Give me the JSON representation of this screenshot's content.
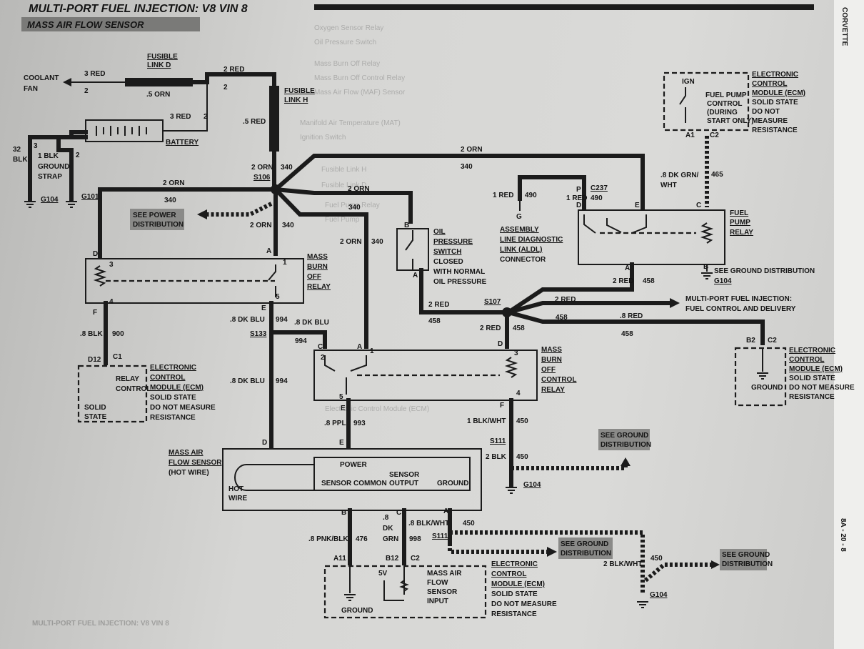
{
  "header": {
    "title": "MULTI-PORT FUEL INJECTION: V8 VIN 8",
    "subtitle": "MASS AIR FLOW SENSOR",
    "side_tab": "CORVETTE",
    "page_ref": "8A - 20 - 8"
  },
  "footer": {
    "mirror_title": "MULTI-PORT FUEL INJECTION: V8 VIN 8"
  },
  "labels": {
    "fusible_d": [
      "FUSIBLE",
      "LINK D"
    ],
    "fusible_h": [
      "FUSIBLE",
      "LINK H"
    ],
    "coolant_fan": [
      "COOLANT",
      "FAN"
    ],
    "battery": "BATTERY",
    "ground_strap": [
      "3",
      "1  BLK",
      "GROUND",
      "STRAP"
    ],
    "g104": "G104",
    "g101": "G101",
    "s106": "S106",
    "s107": "S107",
    "s111": "S111",
    "s133": "S133",
    "c237": "C237",
    "see_power": [
      "SEE POWER",
      "DISTRIBUTION"
    ],
    "see_ground": [
      "SEE GROUND",
      "DISTRIBUTION"
    ],
    "see_ground_inline": "SEE GROUND DISTRIBUTION",
    "mbo_relay": [
      "MASS",
      "BURN",
      "OFF",
      "RELAY"
    ],
    "mbo_control_relay": [
      "MASS",
      "BURN",
      "OFF",
      "CONTROL",
      "RELAY"
    ],
    "oil_switch": [
      "OIL",
      "PRESSURE",
      "SWITCH",
      "CLOSED",
      "WITH NORMAL",
      "OIL PRESSURE"
    ],
    "aldl": [
      "ASSEMBLY",
      "LINE DIAGNOSTIC",
      "LINK (ALDL)",
      "CONNECTOR"
    ],
    "fuel_pump_relay": [
      "FUEL",
      "PUMP",
      "RELAY"
    ],
    "ecm_block": [
      "ELECTRONIC",
      "CONTROL",
      "MODULE (ECM)",
      "SOLID STATE",
      "DO NOT",
      "MEASURE",
      "RESISTANCE"
    ],
    "ecm_block2": [
      "ELECTRONIC",
      "CONTROL",
      "MODULE (ECM)",
      "SOLID STATE",
      "DO NOT MEASURE",
      "RESISTANCE"
    ],
    "fuel_pump_ctrl": [
      "FUEL PUMP",
      "CONTROL",
      "(DURING",
      "START ONLY)"
    ],
    "ign": "IGN",
    "relay_control": [
      "RELAY",
      "CONTROL"
    ],
    "solid_state": [
      "SOLID",
      "STATE"
    ],
    "ground": "GROUND",
    "mpfi_delivery": [
      "MULTI-PORT FUEL INJECTION:",
      "FUEL CONTROL AND DELIVERY"
    ],
    "maf_sensor": [
      "MASS AIR",
      "FLOW SENSOR",
      "(HOT WIRE)"
    ],
    "hot_wire": [
      "HOT",
      "WIRE"
    ],
    "maf_pins": {
      "power": "POWER",
      "sensor_common": "SENSOR COMMON",
      "sensor_output": [
        "SENSOR",
        "OUTPUT"
      ],
      "ground": "GROUND"
    },
    "maf_input": [
      "MASS AIR",
      "FLOW",
      "SENSOR",
      "INPUT"
    ],
    "five_v": "5V"
  },
  "wires": {
    "3red": "3 RED",
    "2red": "2 RED",
    "5orn": ".5 ORN",
    "5red": ".5 RED",
    "n2": "2",
    "n32blk": [
      "32",
      "BLK"
    ],
    "2orn": "2 ORN",
    "n340": "340",
    "1red": "1 RED",
    "n490": "490",
    "n465": "465",
    "8dkgrn": [
      ".8 DK GRN/",
      "WHT"
    ],
    "n458": "458",
    "8red": ".8 RED",
    "8blk": ".8 BLK",
    "n900": "900",
    "8dkblu": ".8 DK BLU",
    "n994": "994",
    "8ppl": ".8 PPL",
    "n993": "993",
    "1blkwht": "1 BLK/WHT",
    "n450": "450",
    "2blk": "2 BLK",
    "8pnkblk": ".8 PNK/BLK",
    "n476": "476",
    "8dkgrn2": [
      ".8",
      "DK",
      "GRN"
    ],
    "n998": "998",
    "8blkwht": ".8 BLK/WHT",
    "2blkwht": "2 BLK/WHT"
  },
  "pins": {
    "A": "A",
    "B": "B",
    "C": "C",
    "D": "D",
    "E": "E",
    "F": "F",
    "G": "G",
    "P": "P",
    "A1": "A1",
    "B2": "B2",
    "C1": "C1",
    "C2": "C2",
    "D12": "D12",
    "A11": "A11",
    "B12": "B12",
    "n1": "1",
    "n2": "2",
    "n3": "3",
    "n4": "4",
    "n5": "5"
  },
  "background_index": [
    "Oxygen Sensor Relay",
    "Oil Pressure Switch",
    "Mass Burn Off Relay",
    "Mass Burn Off Control Relay",
    "Mass Air Flow (MAF) Sensor",
    "Manifold Air Temperature (MAT)",
    "Ignition Switch",
    "Fusible Link H",
    "Fusible Link D",
    "Fuel Pump Relay",
    "Fuel Pump",
    "Electronic Control Module (ECM)"
  ]
}
